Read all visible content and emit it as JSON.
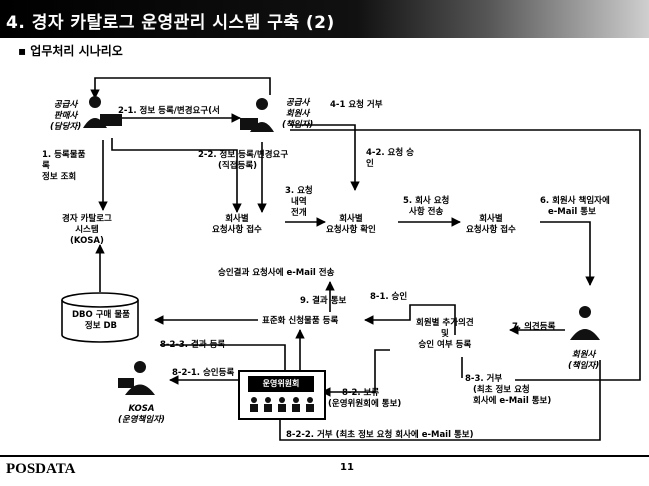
{
  "header": {
    "title": "4. 경자 카탈로그 운영관리 시스템 구축 (2)",
    "subtitle": "▪ 업무처리 시나리오"
  },
  "actors": {
    "supplier": [
      "공급사",
      "판매사",
      "(담당자)"
    ],
    "member": [
      "공급사",
      "회원사",
      "(책임자)"
    ],
    "member_bottom": [
      "회원사",
      "(책임자)"
    ],
    "kosa": [
      "KOSA",
      "(운영책임자)"
    ]
  },
  "systems": {
    "catalog": [
      "경자 카탈로그",
      "시스템",
      "(KOSA)"
    ],
    "db": [
      "DBO 구매 물품",
      "정보 DB"
    ],
    "committee": "운영위원회"
  },
  "steps": {
    "s1": [
      "1. 등록물품",
      "록",
      "정보 조회"
    ],
    "s2_1": "2-1. 정보 등록/변경요구(서",
    "s4_1": "4-1 요청 거부",
    "s2_2": [
      "2-2. 정보 등록/변경요구",
      "(직접등록)"
    ],
    "s4_2": [
      "4-2. 요청 승",
      "인"
    ],
    "s3": [
      "3. 요청",
      "내역",
      "전개"
    ],
    "s5": [
      "5. 회사 요청",
      "사항 전송"
    ],
    "s6": [
      "6. 회원사 책임자에",
      "e-Mail 통보"
    ],
    "n_receive": [
      "회사별",
      "요청사항 접수"
    ],
    "n_confirm": [
      "회사별",
      "요청사항 확인"
    ],
    "n_receive2": [
      "회사별",
      "요청사항 접수"
    ],
    "approval_mail": "승인결과 요청사에 e-Mail 전송",
    "s9": "9. 결과 통보",
    "standard_reg": "표준화 신청물품 등록",
    "s8_1": "8-1. 승인",
    "decision": [
      "회원별 추가의견",
      "및",
      "승인 여부 등록"
    ],
    "s7": "7. 의견등록",
    "s8_2_3": "8-2-3. 결과 등록",
    "s8_2_1": "8-2-1. 승인등록",
    "s8_2": [
      "8-2. 보류",
      "(운영위원회에 통보)"
    ],
    "s8_3": [
      "8-3. 거부",
      "(최초 정보 요청",
      "회사에 e-Mail 통보)"
    ],
    "s8_2_2": "8-2-2. 거부 (최초 정보 요청 회사에 e-Mail 통보)"
  },
  "footer": {
    "brand": "POSDATA",
    "page": "11"
  }
}
